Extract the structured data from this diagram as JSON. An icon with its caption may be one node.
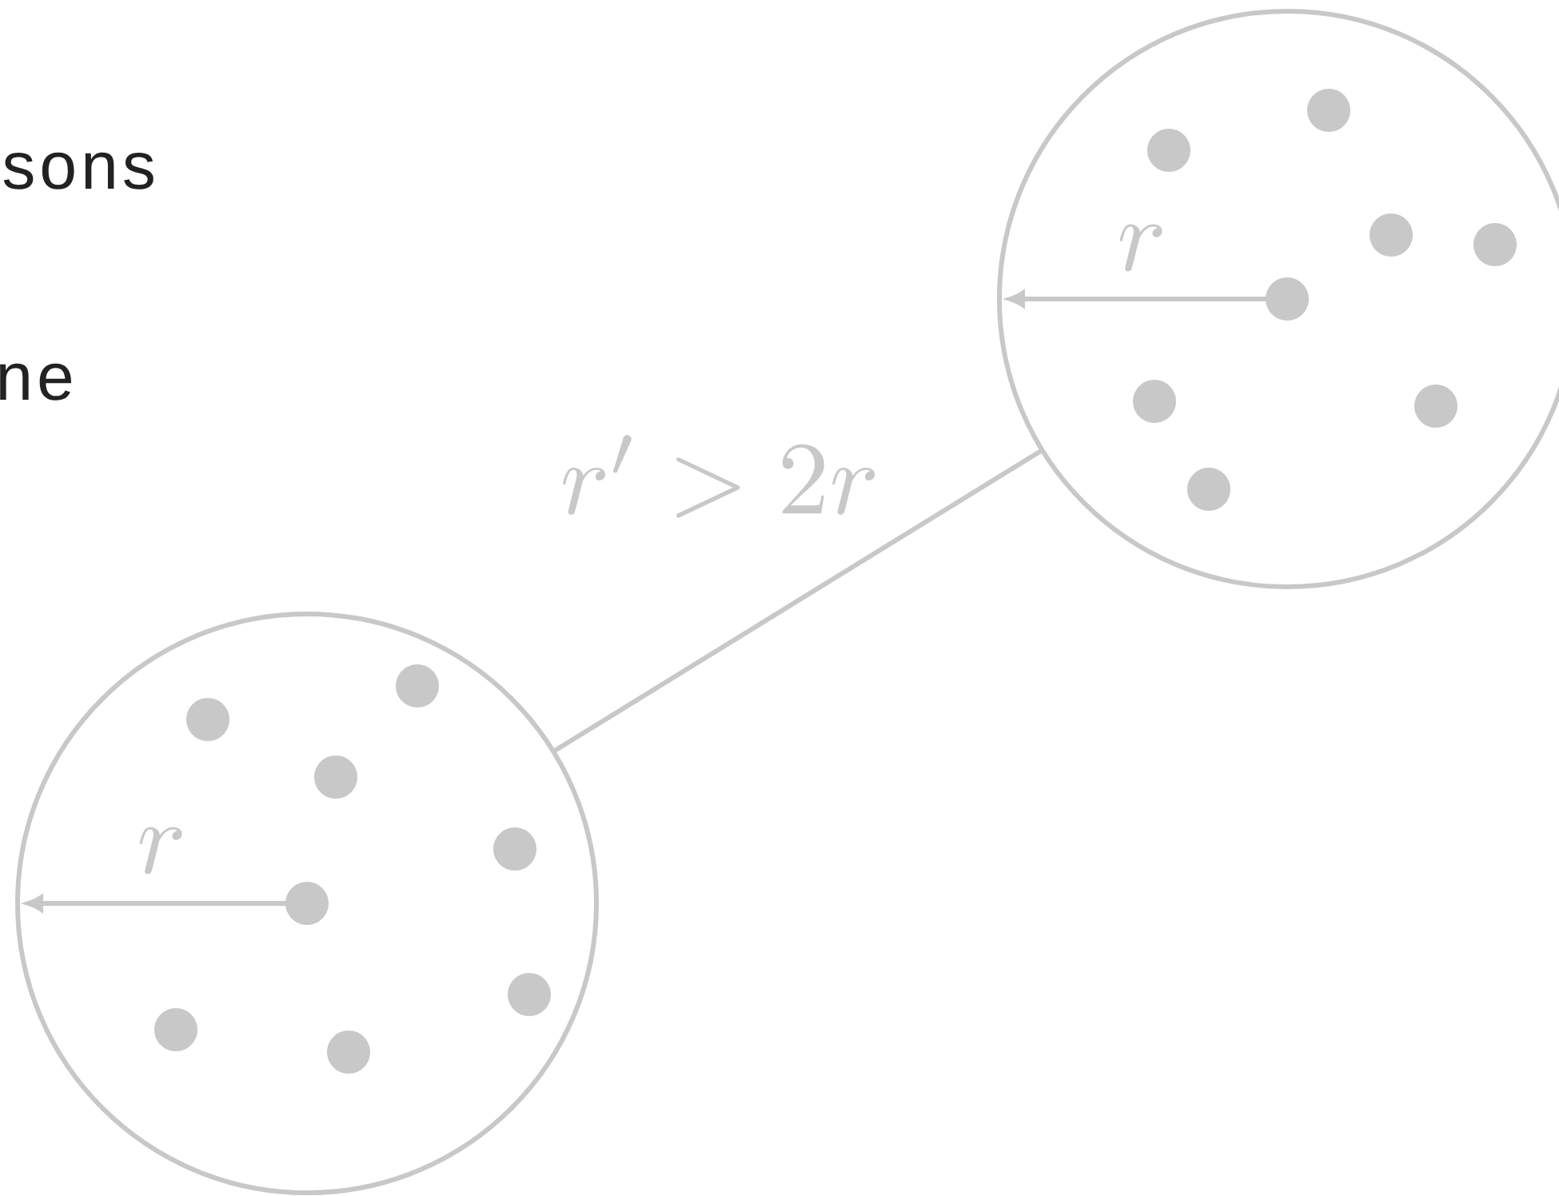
{
  "diagram": {
    "nodes": [
      {
        "text": [],
        "shape": "circle"
      },
      {
        "text": [],
        "shape": "circle"
      }
    ],
    "edges": [
      {
        "from": 0,
        "to": 1,
        "arrow": "none",
        "label": "r' > 2r"
      }
    ],
    "labels": [
      "sons",
      "ne",
      "r",
      "r"
    ]
  }
}
